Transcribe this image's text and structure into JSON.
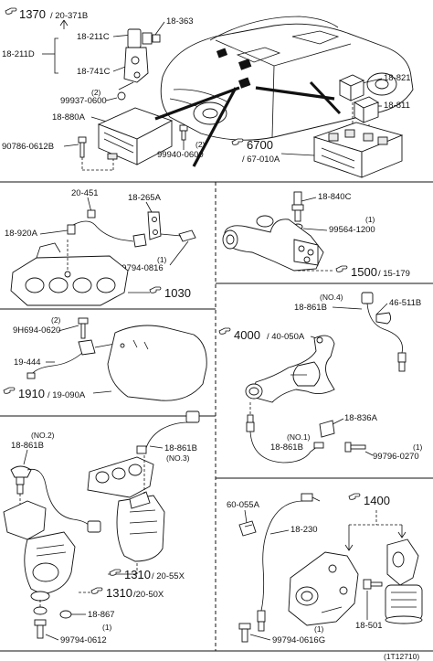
{
  "refs": {
    "r1370_1": "1370",
    "r1370_1_sub": "/ 20-371B",
    "r6700": "6700",
    "r6700_sub": "/ 67-010A",
    "r1030": "1030",
    "r1500": "1500",
    "r1500_sub": "/ 15-179",
    "r4000": "4000",
    "r4000_sub": "/ 40-050A",
    "r1910": "1910",
    "r1910_sub": "/ 19-090A",
    "r1400": "1400",
    "r1310a": "1310",
    "r1310a_sub": "/ 20-55X",
    "r1310b": "1310",
    "r1310b_sub": "/20-50X"
  },
  "labels": {
    "p18_363": "18-363",
    "p18_211C": "18-211C",
    "p18_211D": "18-211D",
    "p18_741C": "18-741C",
    "p99937_qty": "(2)",
    "p99937": "99937-0600",
    "p18_880A": "18-880A",
    "p90786": "90786-0612B",
    "p99940_qty": "(2)",
    "p99940": "99940-0600",
    "p18_821": "18-821",
    "p18_811": "18-811",
    "p20_451": "20-451",
    "p18_265A": "18-265A",
    "p18_920A": "18-920A",
    "p99794a_qty": "(1)",
    "p99794a": "99794-0816",
    "p18_840C": "18-840C",
    "p99564_qty": "(1)",
    "p99564": "99564-1200",
    "p9H694_qty": "(2)",
    "p9H694": "9H694-0620",
    "p19_444": "19-444",
    "p18_861B_no4_note": "(NO.4)",
    "p18_861B_no4": "18-861B",
    "p46_511B": "46-511B",
    "p18_836A": "18-836A",
    "p18_861B_no1_note": "(NO.1)",
    "p18_861B_no1": "18-861B",
    "p99796_qty": "(1)",
    "p99796": "99796-0270",
    "p18_861B_no2_note": "(NO.2)",
    "p18_861B_no2": "18-861B",
    "p18_861B_no3": "18-861B",
    "p18_861B_no3_note": "(NO.3)",
    "p18_867": "18-867",
    "p99794b_qty": "(1)",
    "p99794b": "99794-0612",
    "p60_055A": "60-055A",
    "p18_230": "18-230",
    "p18_501": "18-501",
    "p99794c_qty": "(1)",
    "p99794c": "99794-0616G",
    "footer_code": "(1T12710)"
  }
}
